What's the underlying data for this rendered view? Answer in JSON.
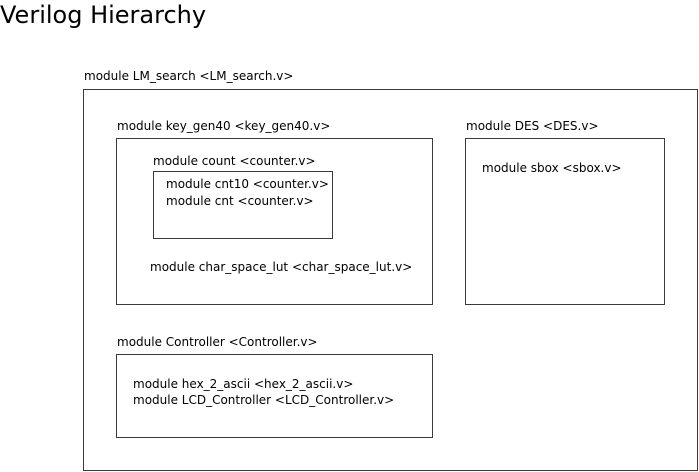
{
  "title": "Verilog Hierarchy",
  "top_module": {
    "label": "module LM_search <LM_search.v>",
    "key_gen40": {
      "label": "module key_gen40 <key_gen40.v>",
      "count": {
        "label": "module count <counter.v>",
        "children": [
          "module cnt10 <counter.v>",
          "module cnt <counter.v>"
        ]
      },
      "char_space_lut": "module char_space_lut <char_space_lut.v>"
    },
    "des": {
      "label": "module DES <DES.v>",
      "children": [
        "module sbox <sbox.v>"
      ]
    },
    "controller": {
      "label": "module Controller <Controller.v>",
      "children": [
        "module hex_2_ascii <hex_2_ascii.v>",
        "module LCD_Controller <LCD_Controller.v>"
      ]
    }
  }
}
